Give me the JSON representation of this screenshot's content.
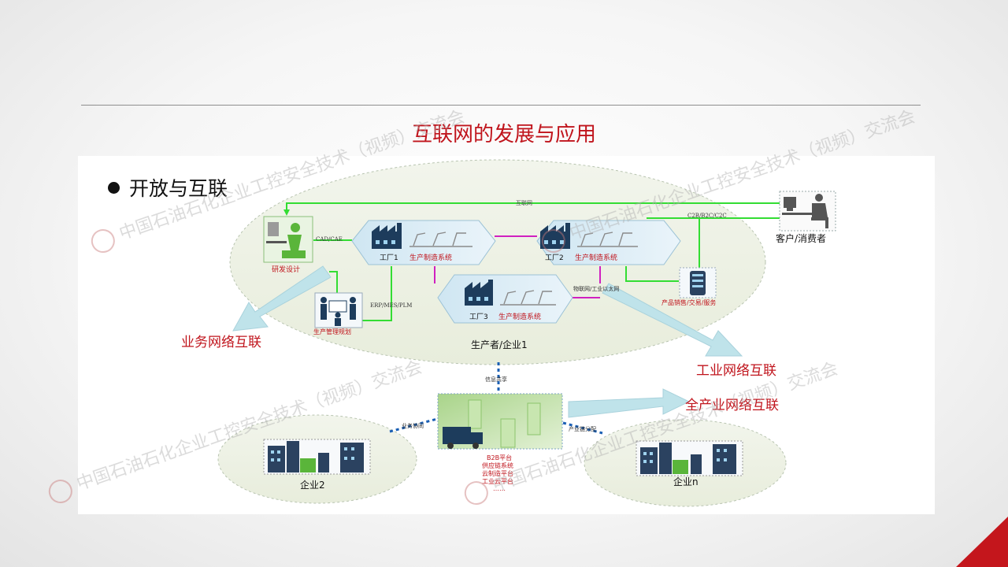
{
  "slide": {
    "title": "互联网的发展与应用",
    "bullet": "开放与互联"
  },
  "diagram": {
    "top_link": "互联网",
    "c2b_label": "C2B/B2C/C2C",
    "customer": "客户/消费者",
    "rd": "研发设计",
    "cad": "CAD/CAE",
    "erp": "ERP/MES/PLM",
    "prod_mgmt": "生产管理规划",
    "factory1": "工厂1",
    "factory2": "工厂2",
    "factory3": "工厂3",
    "prod_system": "生产制造系统",
    "iot": "物联网/工业以太网",
    "sales": "产品销售/交易/服务",
    "producer": "生产者/企业1",
    "info_share": "信息共享",
    "biz_collab": "业务协同",
    "chain": "产业链分配",
    "platforms": [
      "B2B平台",
      "供应链系统",
      "云制造平台",
      "工业云平台",
      "……"
    ],
    "enterprise2": "企业2",
    "enterpriseN": "企业n",
    "callouts": {
      "business": "业务网络互联",
      "industrial": "工业网络互联",
      "full": "全产业网络互联"
    }
  },
  "watermark": "中国石油石化企业工控安全技术（视频）交流会",
  "colors": {
    "accent_red": "#c0141c",
    "link_green": "#33dd33",
    "link_magenta": "#d020c0",
    "arrow_cyan": "#bfe3ea",
    "ellipse_fill": "#eef2e6"
  }
}
